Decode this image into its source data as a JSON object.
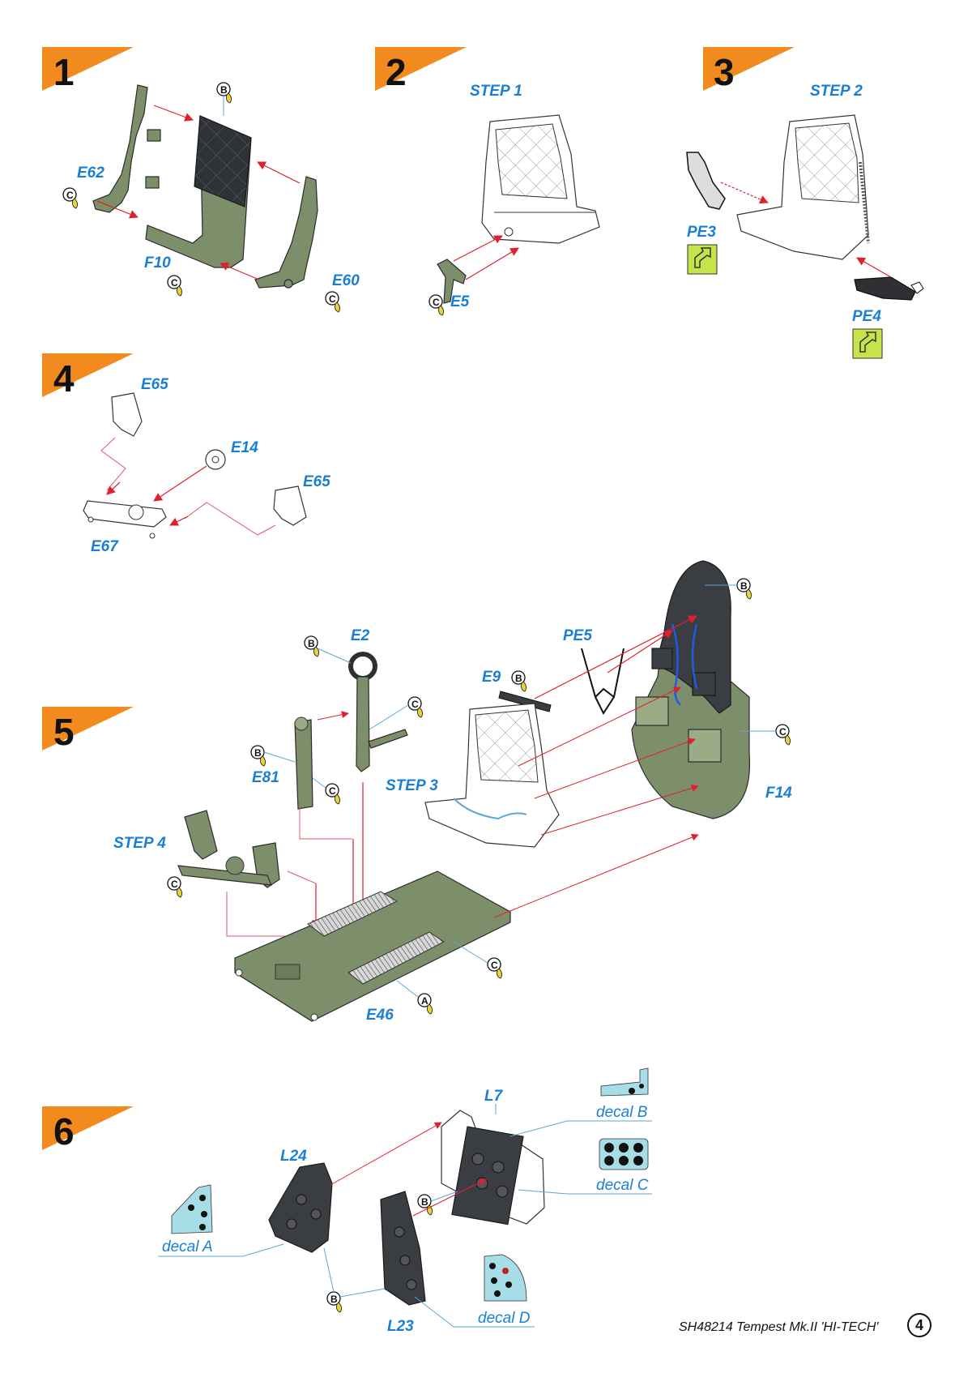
{
  "steps": [
    {
      "number": "1"
    },
    {
      "number": "2",
      "caption": "STEP 1"
    },
    {
      "number": "3",
      "caption": "STEP 2"
    },
    {
      "number": "4"
    },
    {
      "number": "5"
    },
    {
      "number": "6"
    }
  ],
  "part_labels": {
    "e62": "E62",
    "f10": "F10",
    "e60": "E60",
    "e5": "E5",
    "pe3": "PE3",
    "pe4": "PE4",
    "e65_top": "E65",
    "e14": "E14",
    "e65_bottom": "E65",
    "e67": "E67",
    "e2": "E2",
    "pe5": "PE5",
    "e9": "E9",
    "e81": "E81",
    "f14": "F14",
    "e46": "E46",
    "step3": "STEP 3",
    "step4": "STEP 4",
    "l7": "L7",
    "l24": "L24",
    "l23": "L23"
  },
  "decals": {
    "a": "decal A",
    "b": "decal B",
    "c": "decal C",
    "d": "decal D"
  },
  "paint_codes": {
    "s1_b": "B",
    "s1_c1": "C",
    "s1_c2": "C",
    "s1_c3": "C",
    "s2_c": "C",
    "s5_b_e2": "B",
    "s5_c_e2": "C",
    "s5_b_e9": "B",
    "s5_b_e81": "B",
    "s5_c_e81": "C",
    "s5_b_f14": "B",
    "s5_c_f14": "C",
    "s5_c_step4": "C",
    "s5_c_e46": "C",
    "s5_a_e46": "A",
    "s6_b_l7": "B",
    "s6_b_l23": "B"
  },
  "footer": {
    "text": "SH48214  Tempest Mk.II 'HI-TECH'",
    "page": "4"
  },
  "colors": {
    "step_flag": "#f28a1e",
    "label_blue": "#1a7fd4",
    "olive": "#7d8f6a",
    "arrow_red": "#e0202e",
    "pe_green": "#c6e34a"
  }
}
